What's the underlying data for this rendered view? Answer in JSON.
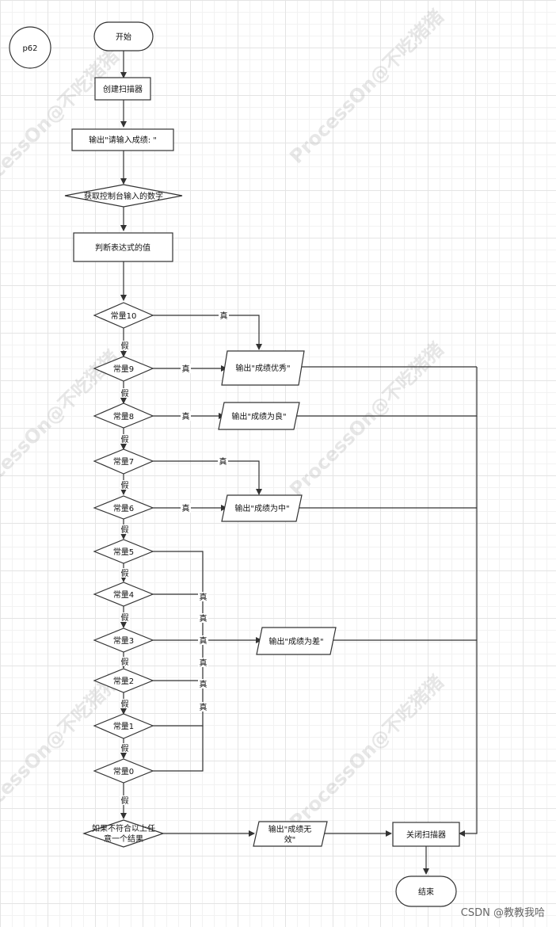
{
  "page_label": "p62",
  "watermark": "ProcessOn@不吃猪猪",
  "credit": "CSDN @教教我哈",
  "nodes": {
    "start": "开始",
    "create_scanner": "创建扫描器",
    "output_prompt": "输出\"请输入成绩: \"",
    "read_input": "获取控制台输入的数字",
    "evaluate_expr": "判断表达式的值",
    "c10": "常量10",
    "c9": "常量9",
    "c8": "常量8",
    "c7": "常量7",
    "c6": "常量6",
    "c5": "常量5",
    "c4": "常量4",
    "c3": "常量3",
    "c2": "常量2",
    "c1": "常量1",
    "c0": "常量0",
    "default_line1": "如果不符合以上任",
    "default_line2": "意一个结果",
    "out_excellent": "输出\"成绩优秀\"",
    "out_good": "输出\"成绩为良\"",
    "out_medium": "输出\"成绩为中\"",
    "out_poor": "输出\"成绩为差\"",
    "out_invalid_line1": "输出\"成绩无",
    "out_invalid_line2": "效\"",
    "close_scanner": "关闭扫描器",
    "end": "结束"
  },
  "edge_labels": {
    "true": "真",
    "false": "假"
  }
}
